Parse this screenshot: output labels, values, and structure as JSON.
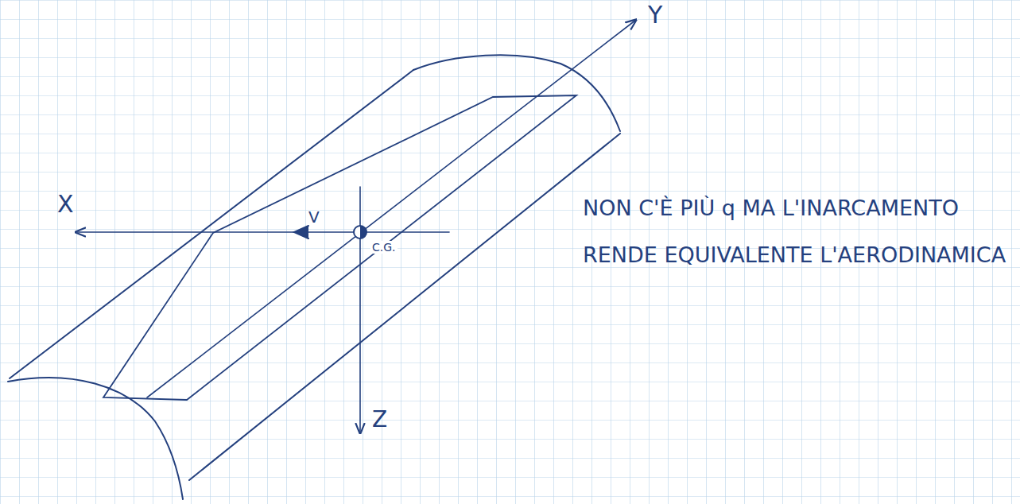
{
  "diagram": {
    "labels": [
      "X",
      "Y",
      "Z",
      "V",
      "C.G.",
      "NON C'È PIÙ q MA L'INARCAMENTO RENDE EQUIVALENTE L'AERODINAMICA"
    ]
  }
}
